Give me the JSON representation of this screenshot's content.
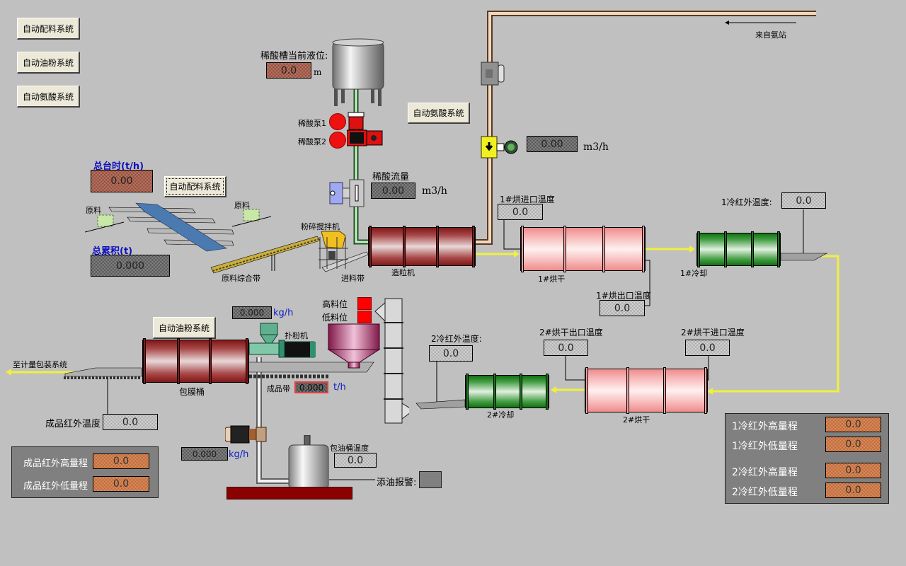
{
  "nav_buttons": {
    "batching": "自动配料系统",
    "oil_powder": "自动油粉系统",
    "ammonia": "自动氨酸系统"
  },
  "acid_tank": {
    "level_label": "稀酸槽当前液位:",
    "level_value": "0.0",
    "level_unit": "m",
    "pump1_label": "稀酸泵1",
    "pump2_label": "稀酸泵2",
    "pump1_status_color": "#ee1111",
    "pump2_status_color": "#ee1111",
    "ammonia_button": "自动氨酸系统",
    "flow_label": "稀酸流量",
    "flow_value": "0.00",
    "flow_unit": "m3/h"
  },
  "ammonia_line": {
    "source_label": "来自氨站",
    "flow_value": "0.00",
    "flow_unit": "m3/h"
  },
  "batching": {
    "total_rate_label": "总台时(t/h)",
    "total_rate_value": "0.00",
    "total_accum_label": "总累积(t)",
    "total_accum_value": "0.000",
    "button": "自动配料系统",
    "raw1_label": "原料",
    "raw2_label": "原料",
    "belt_label": "原料综合带",
    "crusher_label": "粉碎搅拌机",
    "feed_belt_label": "进料带"
  },
  "granulator": {
    "label": "造粒机"
  },
  "dryer1": {
    "label": "1#烘干",
    "inlet_temp_label": "1#烘进口温度",
    "inlet_temp_value": "0.0",
    "outlet_temp_label": "1#烘出口温度",
    "outlet_temp_value": "0.0"
  },
  "cooler1": {
    "label": "1#冷却",
    "ir_temp_label": "1冷红外温度:",
    "ir_temp_value": "0.0"
  },
  "dryer2": {
    "label": "2#烘干",
    "outlet_temp_label": "2#烘干出口温度",
    "outlet_temp_value": "0.0",
    "inlet_temp_label": "2#烘干进口温度",
    "inlet_temp_value": "0.0"
  },
  "cooler2": {
    "label": "2#冷却",
    "ir_temp_label": "2冷红外温度:",
    "ir_temp_value": "0.0"
  },
  "coating": {
    "button": "自动油粉系统",
    "drum_label": "包膜桶",
    "powder_rate_value": "0.000",
    "powder_rate_unit": "kg/h",
    "powder_machine_label": "扑粉机",
    "high_level_label": "高料位",
    "low_level_label": "低料位",
    "high_level_color": "#ff0000",
    "low_level_color": "#ff0000",
    "product_belt_label": "成品带",
    "product_belt_value": "0.000",
    "product_belt_unit": "t/h",
    "to_packaging_label": "至计量包装系统",
    "product_ir_label": "成品红外温度",
    "product_ir_value": "0.0",
    "oil_rate_value": "0.000",
    "oil_rate_unit": "kg/h",
    "oil_tank_temp_label": "包油桶温度",
    "oil_tank_temp_value": "0.0",
    "oil_alarm_label": "添油报警:"
  },
  "product_range_panel": {
    "rows": [
      {
        "label": "成品红外高量程",
        "value": "0.0"
      },
      {
        "label": "成品红外低量程",
        "value": "0.0"
      }
    ]
  },
  "cooler_range_panel": {
    "rows": [
      {
        "label": "1冷红外高量程",
        "value": "0.0"
      },
      {
        "label": "1冷红外低量程",
        "value": "0.0"
      },
      {
        "label": "2冷红外高量程",
        "value": "0.0"
      },
      {
        "label": "2冷红外低量程",
        "value": "0.0"
      }
    ]
  }
}
